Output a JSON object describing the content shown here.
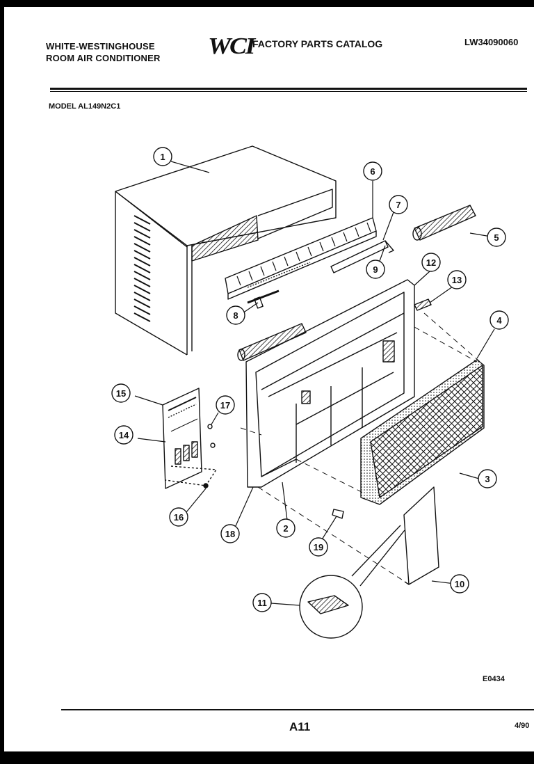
{
  "header": {
    "brand_line1": "WHITE-WESTINGHOUSE",
    "brand_line2": "ROOM AIR CONDITIONER",
    "logo_text": "WCI",
    "catalog_title": "FACTORY PARTS CATALOG",
    "document_number": "LW34090060",
    "model": "MODEL AL149N2C1"
  },
  "footer": {
    "figure_code": "E0434",
    "page_number": "A11",
    "date": "4/90"
  },
  "callouts": [
    {
      "id": "1",
      "label": "1"
    },
    {
      "id": "2",
      "label": "2"
    },
    {
      "id": "3",
      "label": "3"
    },
    {
      "id": "4",
      "label": "4"
    },
    {
      "id": "5",
      "label": "5"
    },
    {
      "id": "6",
      "label": "6"
    },
    {
      "id": "7",
      "label": "7"
    },
    {
      "id": "8",
      "label": "8"
    },
    {
      "id": "9",
      "label": "9"
    },
    {
      "id": "10",
      "label": "10"
    },
    {
      "id": "11",
      "label": "11"
    },
    {
      "id": "12",
      "label": "12"
    },
    {
      "id": "13",
      "label": "13"
    },
    {
      "id": "14",
      "label": "14"
    },
    {
      "id": "15",
      "label": "15"
    },
    {
      "id": "16",
      "label": "16"
    },
    {
      "id": "17",
      "label": "17"
    },
    {
      "id": "18",
      "label": "18"
    },
    {
      "id": "19",
      "label": "19"
    }
  ]
}
